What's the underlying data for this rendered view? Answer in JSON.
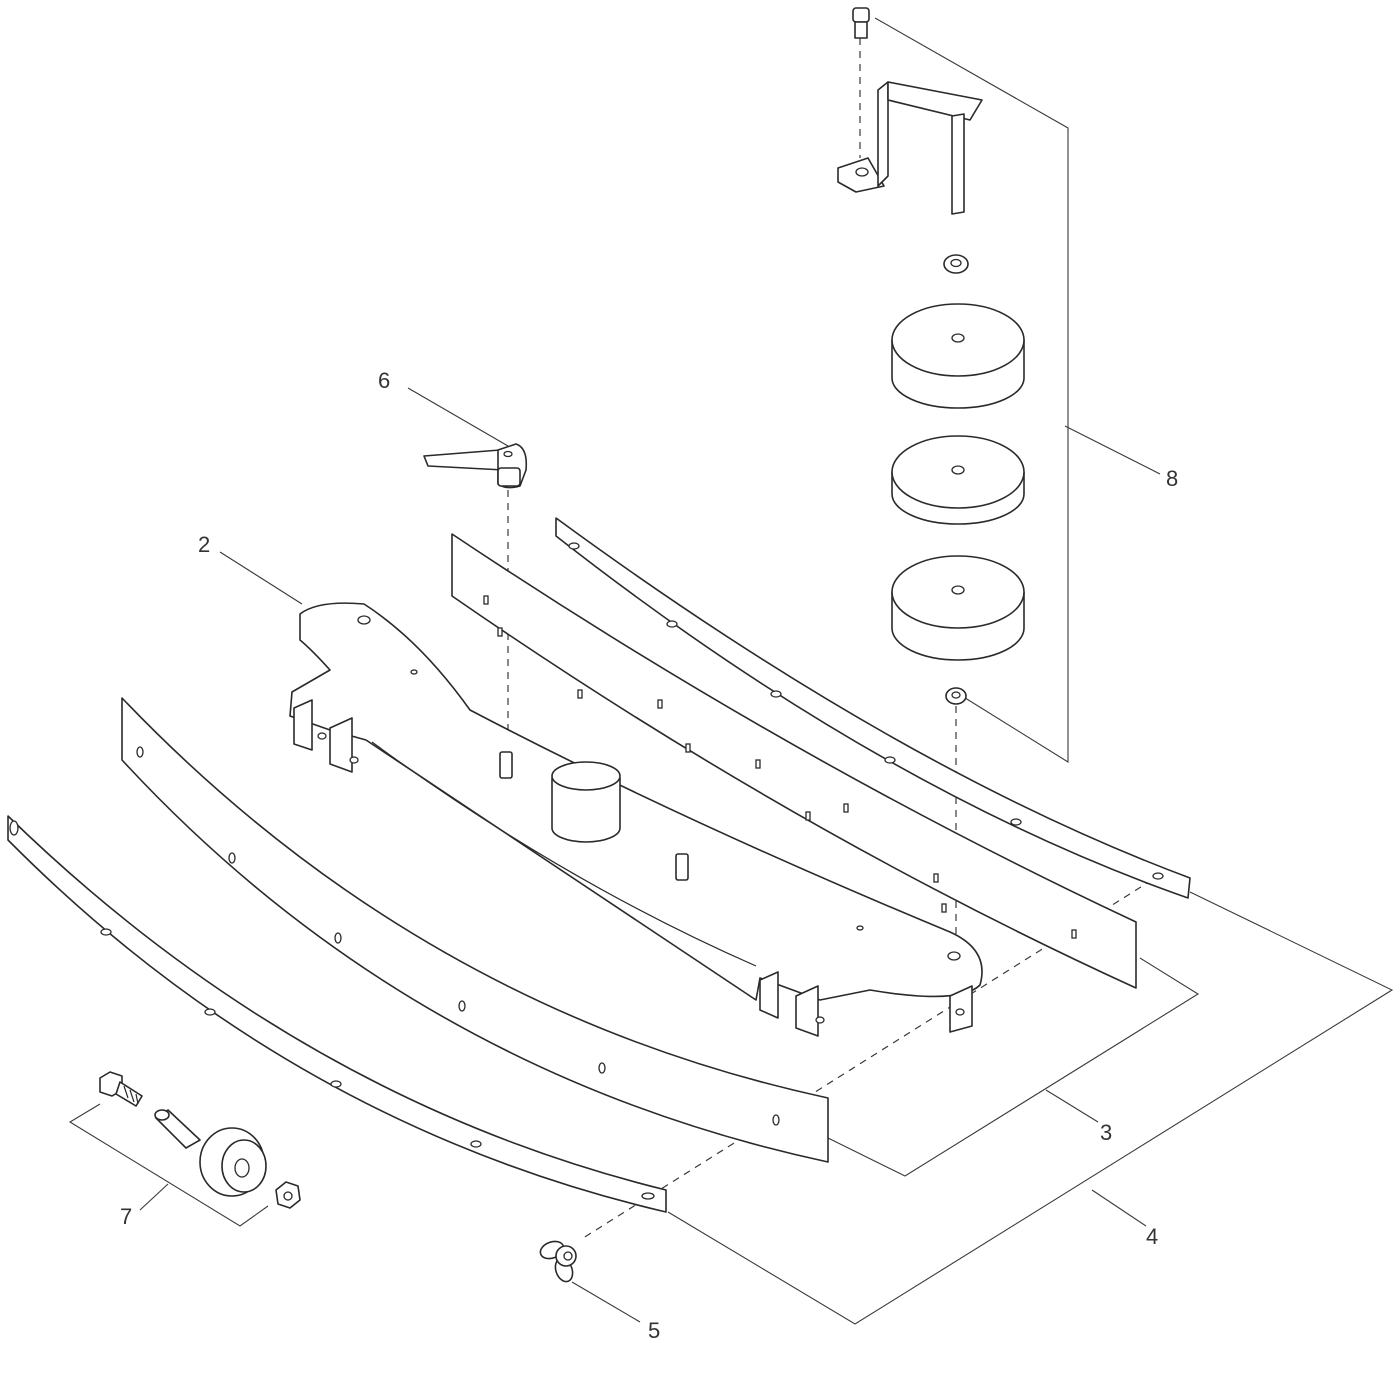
{
  "callouts": {
    "c2": "2",
    "c3": "3",
    "c4": "4",
    "c5": "5",
    "c6": "6",
    "c7": "7",
    "c8": "8"
  }
}
